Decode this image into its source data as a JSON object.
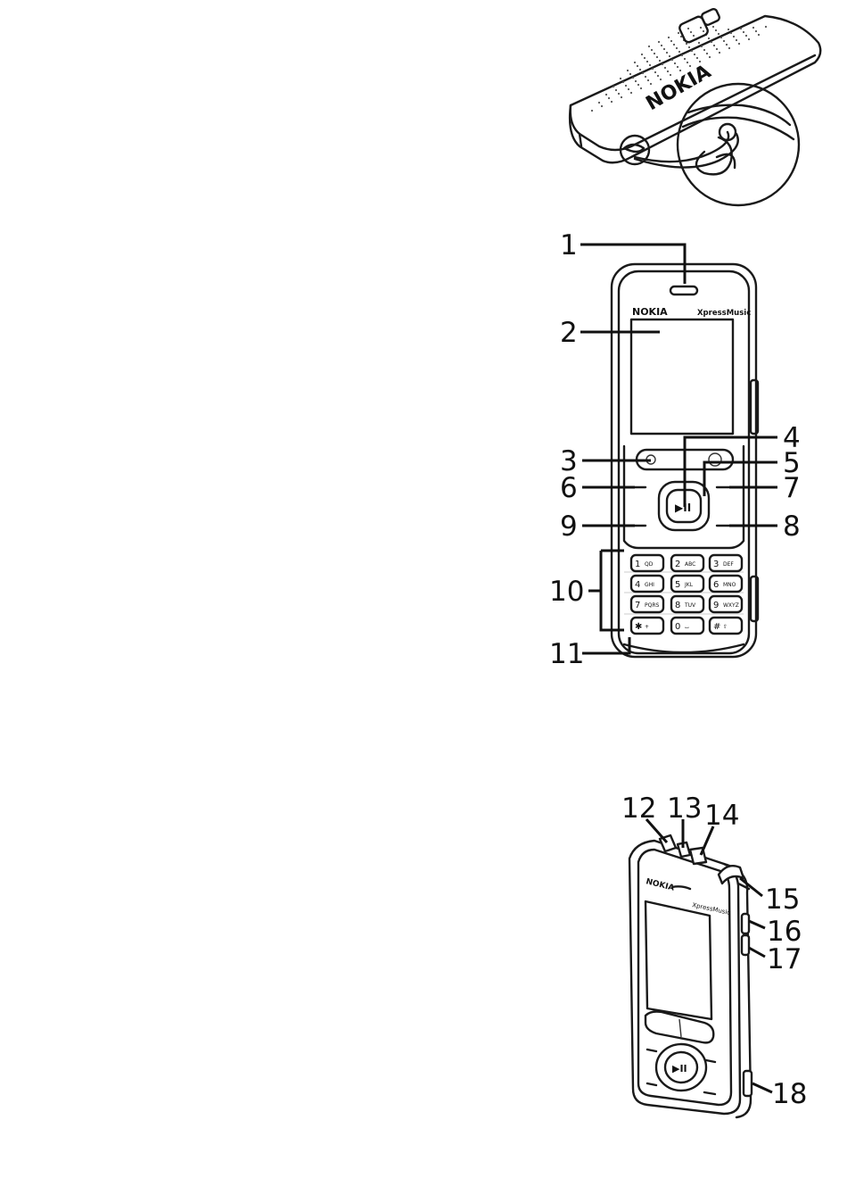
{
  "branding": {
    "back_logo": "NOKIA",
    "front_logo": "NOKIA",
    "model_badge": "XpressMusic",
    "side_logo": "NOKIA",
    "side_model": "XpressMusic"
  },
  "keypad": [
    {
      "main": "1",
      "sub": "QD"
    },
    {
      "main": "2",
      "sub": "ABC"
    },
    {
      "main": "3",
      "sub": "DEF"
    },
    {
      "main": "4",
      "sub": "GHI"
    },
    {
      "main": "5",
      "sub": "JKL"
    },
    {
      "main": "6",
      "sub": "MNO"
    },
    {
      "main": "7",
      "sub": "PQRS"
    },
    {
      "main": "8",
      "sub": "TUV"
    },
    {
      "main": "9",
      "sub": "WXYZ"
    },
    {
      "main": "✱",
      "sub": "+"
    },
    {
      "main": "0",
      "sub": "⌴"
    },
    {
      "main": "#",
      "sub": "⇧"
    }
  ],
  "play_key_symbol": "▶II",
  "callouts": [
    "1",
    "2",
    "3",
    "4",
    "5",
    "6",
    "7",
    "8",
    "9",
    "10",
    "11",
    "12",
    "13",
    "14",
    "15",
    "16",
    "17",
    "18"
  ],
  "icons": [
    "wrist-strap-icon",
    "play-pause-icon"
  ]
}
